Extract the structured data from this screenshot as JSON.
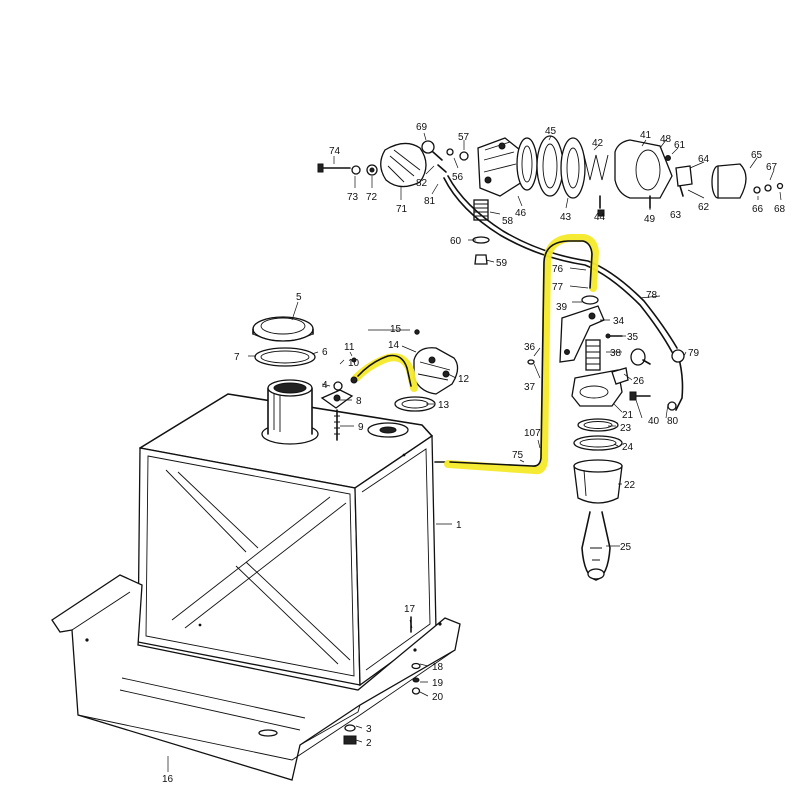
{
  "diagram": {
    "highlight_color": "#f4ea2a",
    "line_color": "#111111",
    "callouts": {
      "c74": "74",
      "c73": "73",
      "c72": "72",
      "c71": "71",
      "c69": "69",
      "c57": "57",
      "c82": "82",
      "c56": "56",
      "c81": "81",
      "c58": "58",
      "c46": "46",
      "c45": "45",
      "c43": "43",
      "c42": "42",
      "c44": "44",
      "c41": "41",
      "c48": "48",
      "c61": "61",
      "c63": "63",
      "c49": "49",
      "c64": "64",
      "c62": "62",
      "c65": "65",
      "c67": "67",
      "c66": "66",
      "c68": "68",
      "c60": "60",
      "c59": "59",
      "c76": "76",
      "c77": "77",
      "c78": "78",
      "c39": "39",
      "c34": "34",
      "c35": "35",
      "c36": "36",
      "c37": "37",
      "c38": "38",
      "c26": "26",
      "c79": "79",
      "c21": "21",
      "c40": "40",
      "c80": "80",
      "c23": "23",
      "c24": "24",
      "c22": "22",
      "c25": "25",
      "c107": "107",
      "c75": "75",
      "c5": "5",
      "c7": "7",
      "c6": "6",
      "c4": "4",
      "c15": "15",
      "c14": "14",
      "c11": "11",
      "c10": "10",
      "c12": "12",
      "c8": "8",
      "c13": "13",
      "c9": "9",
      "c1": "1",
      "c17": "17",
      "c18": "18",
      "c19": "19",
      "c20": "20",
      "c3": "3",
      "c2": "2",
      "c16": "16"
    }
  }
}
